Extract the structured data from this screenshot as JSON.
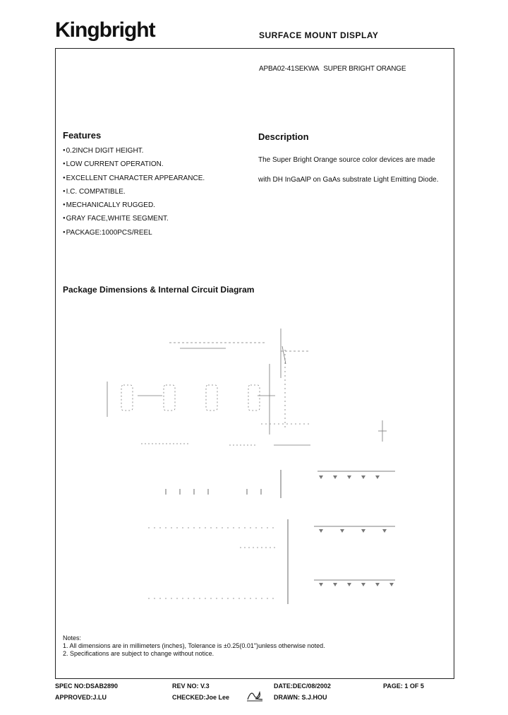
{
  "header": {
    "logo": "Kingbright",
    "title": "SURFACE  MOUNT  DISPLAY"
  },
  "part": {
    "number": "APBA02-41SEKWA",
    "color": "SUPER BRIGHT ORANGE"
  },
  "features": {
    "heading": "Features",
    "items": [
      "0.2INCH DIGIT HEIGHT.",
      "LOW CURRENT OPERATION.",
      "EXCELLENT CHARACTER APPEARANCE.",
      "I.C. COMPATIBLE.",
      "MECHANICALLY RUGGED.",
      "GRAY FACE,WHITE SEGMENT.",
      "PACKAGE:1000PCS/REEL"
    ]
  },
  "description": {
    "heading": "Description",
    "text": "The Super Bright Orange source color devices are made with DH InGaAlP on GaAs substrate Light Emitting Diode."
  },
  "package": {
    "heading": "Package Dimensions & Internal Circuit Diagram"
  },
  "notes": {
    "title": "Notes:",
    "items": [
      "1. All dimensions are in millimeters (inches), Tolerance is ±0.25(0.01\")unless otherwise noted.",
      "2. Specifications are subject to change without notice."
    ]
  },
  "footer": {
    "spec_no": "SPEC NO:DSAB2890",
    "rev_no": "REV NO: V.3",
    "date": "DATE:DEC/08/2002",
    "page": "PAGE:  1 OF 5",
    "approved": "APPROVED:J.LU",
    "checked": "CHECKED:Joe  Lee",
    "drawn": "DRAWN:  S.J.HOU"
  }
}
